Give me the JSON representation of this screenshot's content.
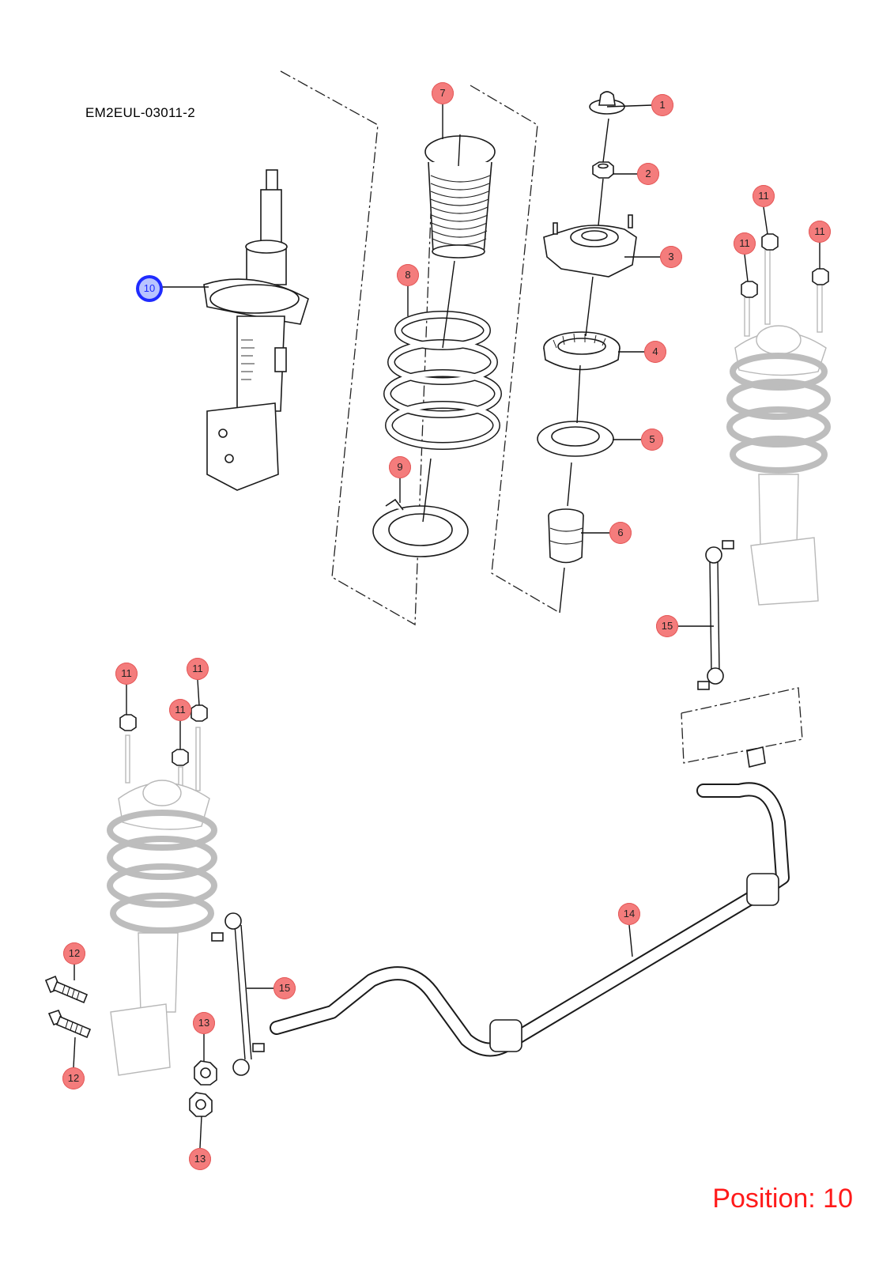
{
  "diagram": {
    "code": "EM2EUL-03011-2",
    "position_label": "Position: 10",
    "selected_position": "10"
  },
  "callouts": [
    {
      "id": "c1",
      "label": "1"
    },
    {
      "id": "c2",
      "label": "2"
    },
    {
      "id": "c3",
      "label": "3"
    },
    {
      "id": "c4",
      "label": "4"
    },
    {
      "id": "c5",
      "label": "5"
    },
    {
      "id": "c6",
      "label": "6"
    },
    {
      "id": "c7",
      "label": "7"
    },
    {
      "id": "c8",
      "label": "8"
    },
    {
      "id": "c9",
      "label": "9"
    },
    {
      "id": "c10",
      "label": "10"
    },
    {
      "id": "c11a",
      "label": "11"
    },
    {
      "id": "c11b",
      "label": "11"
    },
    {
      "id": "c11c",
      "label": "11"
    },
    {
      "id": "c11d",
      "label": "11"
    },
    {
      "id": "c11e",
      "label": "11"
    },
    {
      "id": "c11f",
      "label": "11"
    },
    {
      "id": "c12a",
      "label": "12"
    },
    {
      "id": "c12b",
      "label": "12"
    },
    {
      "id": "c13a",
      "label": "13"
    },
    {
      "id": "c13b",
      "label": "13"
    },
    {
      "id": "c14",
      "label": "14"
    },
    {
      "id": "c15a",
      "label": "15"
    },
    {
      "id": "c15b",
      "label": "15"
    }
  ],
  "colors": {
    "callout_fill": "#f47c7c",
    "selected_outline": "#1f2bff",
    "position_text": "#ff1a1a"
  }
}
